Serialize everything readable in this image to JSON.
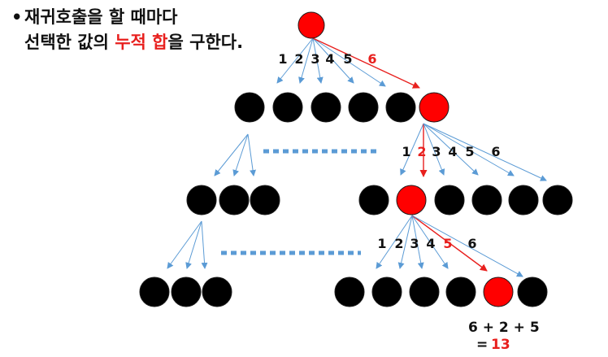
{
  "caption": {
    "bullet": "•",
    "line1": "재귀호출을 할 때마다",
    "line2_prefix": "선택한 값의 ",
    "line2_highlight": "누적 합",
    "line2_suffix": "을 구한다."
  },
  "colors": {
    "node": "#000000",
    "selected": "#ff0000",
    "arrow": "#5b9bd5",
    "selected_arrow": "#e8201e",
    "dots": "#5b9bd5",
    "highlight_text": "#e8201e"
  },
  "levels": [
    {
      "labels": [
        "1",
        "2",
        "3",
        "4",
        "5",
        "6"
      ],
      "selected_index": 5
    },
    {
      "labels": [
        "1",
        "2",
        "3",
        "4",
        "5",
        "6"
      ],
      "selected_index": 1
    },
    {
      "labels": [
        "1",
        "2",
        "3",
        "4",
        "5",
        "6"
      ],
      "selected_index": 4
    }
  ],
  "sum": {
    "expression": "6 + 2 + 5",
    "equals": "=",
    "result": "13"
  }
}
